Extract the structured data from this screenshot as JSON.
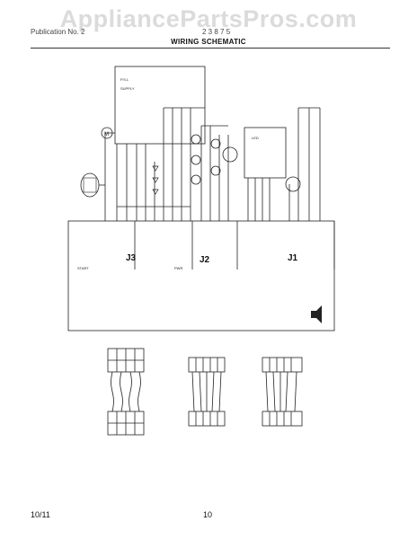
{
  "watermark": "AppliancePartsPros.com",
  "header": {
    "publication": "Publication No. 2",
    "model_code": "2 3 8 7 5",
    "title": "WIRING SCHEMATIC"
  },
  "board": {
    "connector_j1": "J1",
    "connector_j2": "J2",
    "connector_j3": "J3"
  },
  "footer": {
    "date": "10/11",
    "page": "10"
  },
  "colors": {
    "line": "#222222",
    "watermark": "#a0a0a0"
  },
  "icons": [
    "compressor-icon",
    "fan-motor-icon",
    "led-icon",
    "speaker-icon",
    "connector-plug-icon"
  ]
}
